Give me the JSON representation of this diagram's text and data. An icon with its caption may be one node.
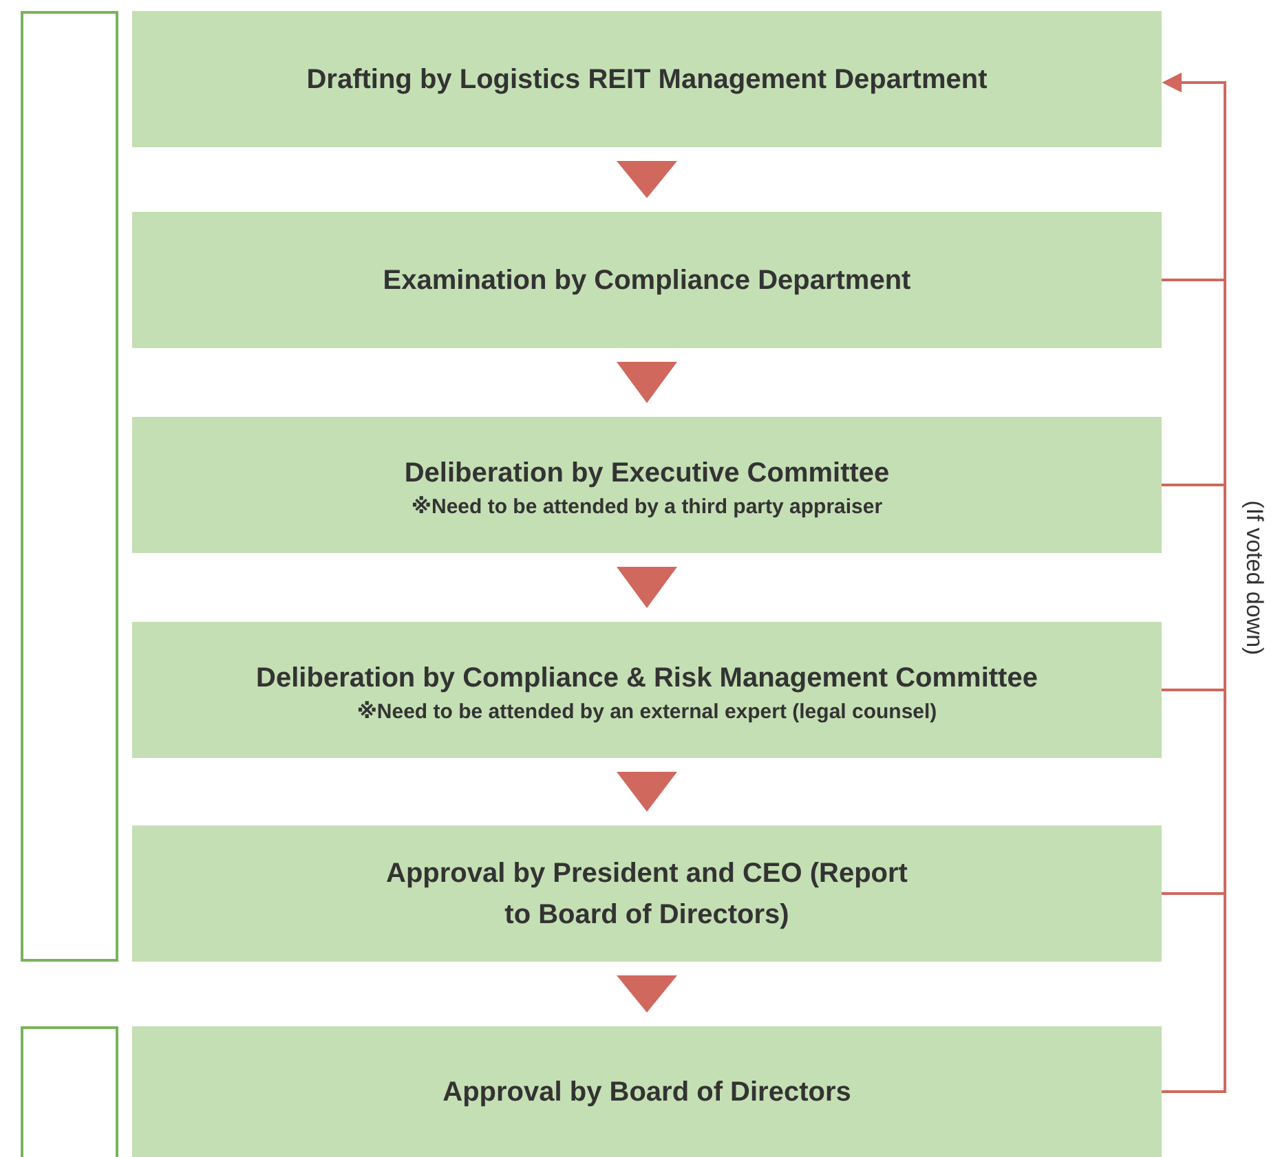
{
  "diagram": {
    "nodes": [
      {
        "text": [],
        "shape": "box"
      },
      {
        "text": [],
        "shape": "box"
      },
      {
        "text": [
          "Drafting by Logistics REIT Management Department"
        ]
      },
      {
        "text": [
          "Examination by Compliance Department"
        ]
      },
      {
        "text": [
          "Deliberation by Executive Committee",
          "※Need to be attended by a third party appraiser"
        ]
      },
      {
        "text": [
          "Deliberation by Compliance & Risk Management Committee",
          "※Need to be attended by an external expert (legal counsel)"
        ]
      },
      {
        "text": [
          "Approval by President and CEO (Report to Board of Directors)"
        ]
      },
      {
        "text": [
          "Approval by Board of Directors"
        ]
      }
    ],
    "edges": [
      {
        "from": 2,
        "to": 3,
        "arrow": "to"
      },
      {
        "from": 3,
        "to": 4,
        "arrow": "to"
      },
      {
        "from": 4,
        "to": 5,
        "arrow": "to"
      },
      {
        "from": 5,
        "to": 6,
        "arrow": "to"
      },
      {
        "from": 6,
        "to": 7,
        "arrow": "to"
      },
      {
        "from": 3,
        "to": 2,
        "arrow": "to"
      },
      {
        "from": 4,
        "to": 2,
        "arrow": "to"
      },
      {
        "from": 5,
        "to": 2,
        "arrow": "to"
      },
      {
        "from": 6,
        "to": 2,
        "arrow": "to"
      },
      {
        "from": 7,
        "to": 2,
        "arrow": "to"
      }
    ],
    "labels": [
      "(If voted down)"
    ]
  }
}
